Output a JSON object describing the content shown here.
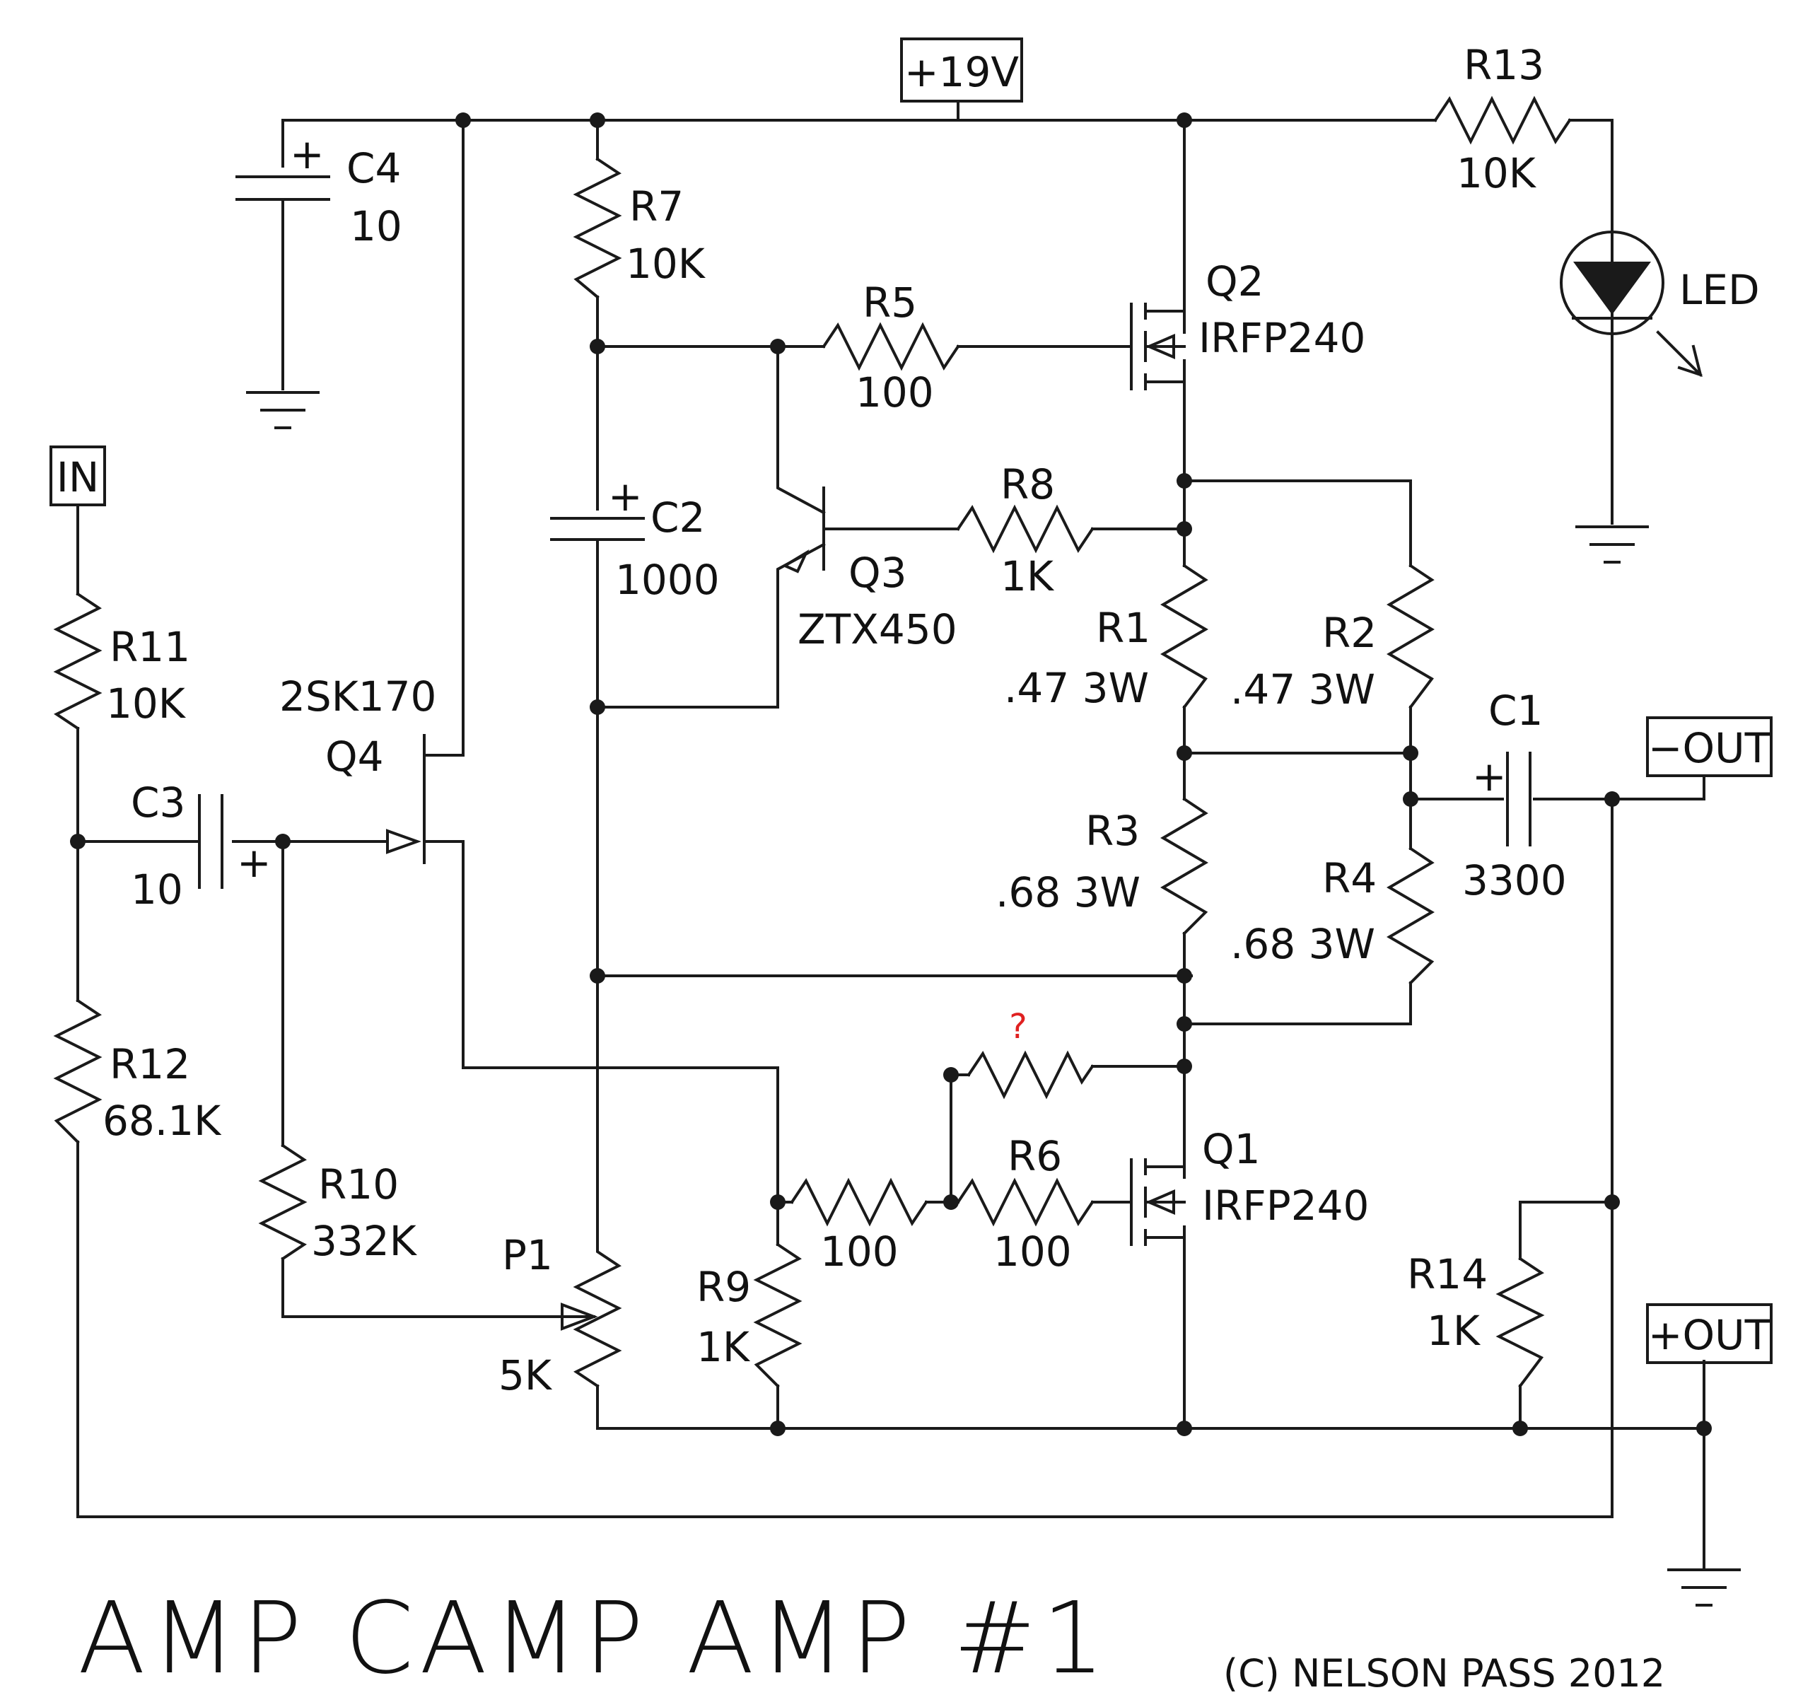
{
  "title": "AMP CAMP AMP #1",
  "copyright": "(C) NELSON PASS 2012",
  "colors": {
    "wire": "#1a1a1a",
    "annotation": "#e02020"
  },
  "ports": {
    "vcc": "+19V",
    "in": "IN",
    "out_neg": "−OUT",
    "out_pos": "+OUT"
  },
  "annotation_text": "?",
  "components": {
    "C4": {
      "ref": "C4",
      "value": "10",
      "plus": "+"
    },
    "R7": {
      "ref": "R7",
      "value": "10K"
    },
    "R13": {
      "ref": "R13",
      "value": "10K"
    },
    "LED": {
      "ref": "LED"
    },
    "Q2": {
      "ref": "Q2",
      "value": "IRFP240"
    },
    "R5": {
      "ref": "R5",
      "value": "100"
    },
    "C2": {
      "ref": "C2",
      "value": "1000",
      "plus": "+"
    },
    "Q3": {
      "ref": "Q3",
      "value": "ZTX450"
    },
    "R8": {
      "ref": "R8",
      "value": "1K"
    },
    "R1": {
      "ref": "R1",
      "value": ".47 3W"
    },
    "R2": {
      "ref": "R2",
      "value": ".47 3W"
    },
    "R3": {
      "ref": "R3",
      "value": ".68 3W"
    },
    "R4": {
      "ref": "R4",
      "value": ".68 3W"
    },
    "C1": {
      "ref": "C1",
      "value": "3300",
      "plus": "+"
    },
    "R11": {
      "ref": "R11",
      "value": "10K"
    },
    "Q4": {
      "ref": "Q4",
      "value": "2SK170"
    },
    "C3": {
      "ref": "C3",
      "value": "10",
      "plus": "+"
    },
    "R12": {
      "ref": "R12",
      "value": "68.1K"
    },
    "R10": {
      "ref": "R10",
      "value": "332K"
    },
    "P1": {
      "ref": "P1",
      "value": "5K"
    },
    "R9": {
      "ref": "R9",
      "value": "1K"
    },
    "R9b": {
      "value": "100"
    },
    "R6": {
      "ref": "R6",
      "value": "100"
    },
    "Q1": {
      "ref": "Q1",
      "value": "IRFP240"
    },
    "R14": {
      "ref": "R14",
      "value": "1K"
    }
  }
}
